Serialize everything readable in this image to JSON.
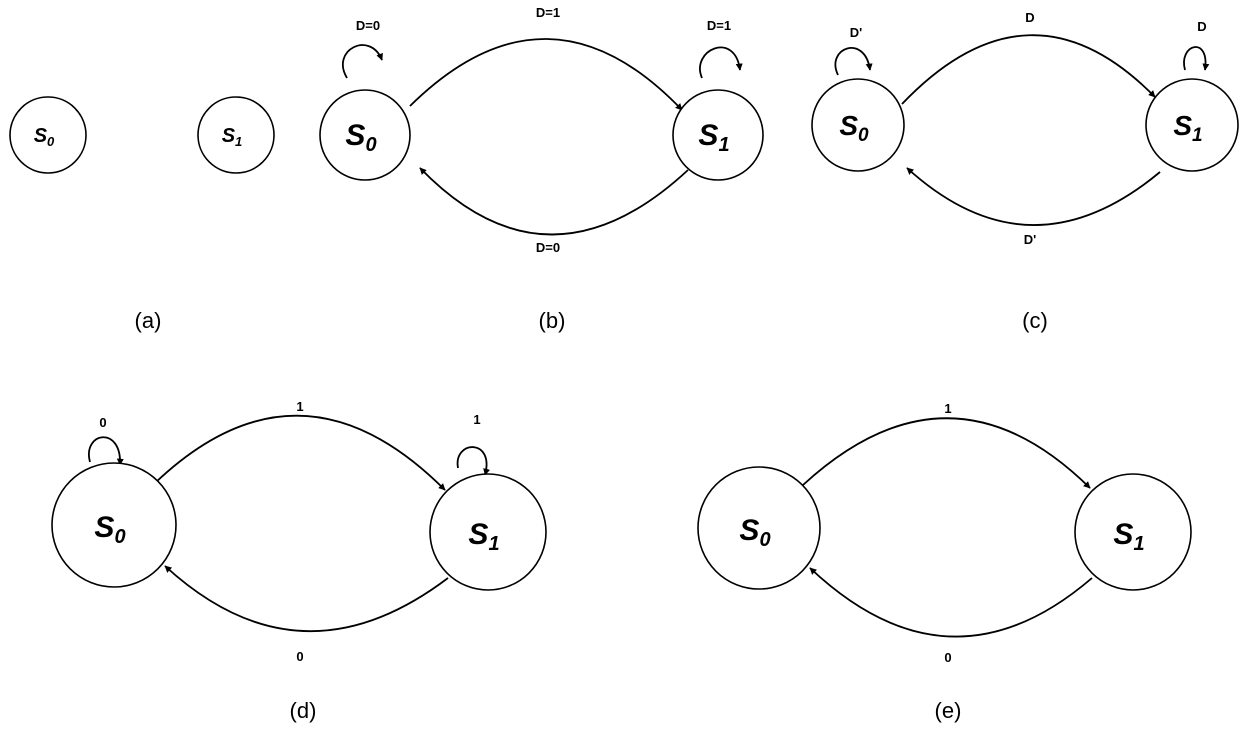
{
  "panels": [
    {
      "id": "a",
      "caption": "(a)",
      "states": [
        {
          "id": "s0",
          "name": "S",
          "sub": "0"
        },
        {
          "id": "s1",
          "name": "S",
          "sub": "1"
        }
      ],
      "transitions": []
    },
    {
      "id": "b",
      "caption": "(b)",
      "states": [
        {
          "id": "s0",
          "name": "S",
          "sub": "0"
        },
        {
          "id": "s1",
          "name": "S",
          "sub": "1"
        }
      ],
      "transitions": [
        {
          "from": "s0",
          "to": "s0",
          "label": "D=0"
        },
        {
          "from": "s0",
          "to": "s1",
          "label": "D=1"
        },
        {
          "from": "s1",
          "to": "s1",
          "label": "D=1"
        },
        {
          "from": "s1",
          "to": "s0",
          "label": "D=0"
        }
      ]
    },
    {
      "id": "c",
      "caption": "(c)",
      "states": [
        {
          "id": "s0",
          "name": "S",
          "sub": "0"
        },
        {
          "id": "s1",
          "name": "S",
          "sub": "1"
        }
      ],
      "transitions": [
        {
          "from": "s0",
          "to": "s0",
          "label": "D'"
        },
        {
          "from": "s0",
          "to": "s1",
          "label": "D"
        },
        {
          "from": "s1",
          "to": "s1",
          "label": "D"
        },
        {
          "from": "s1",
          "to": "s0",
          "label": "D'"
        }
      ]
    },
    {
      "id": "d",
      "caption": "(d)",
      "states": [
        {
          "id": "s0",
          "name": "S",
          "sub": "0"
        },
        {
          "id": "s1",
          "name": "S",
          "sub": "1"
        }
      ],
      "transitions": [
        {
          "from": "s0",
          "to": "s0",
          "label": "0"
        },
        {
          "from": "s0",
          "to": "s1",
          "label": "1"
        },
        {
          "from": "s1",
          "to": "s1",
          "label": "1"
        },
        {
          "from": "s1",
          "to": "s0",
          "label": "0"
        }
      ]
    },
    {
      "id": "e",
      "caption": "(e)",
      "states": [
        {
          "id": "s0",
          "name": "S",
          "sub": "0"
        },
        {
          "id": "s1",
          "name": "S",
          "sub": "1"
        }
      ],
      "transitions": [
        {
          "from": "s0",
          "to": "s1",
          "label": "1"
        },
        {
          "from": "s1",
          "to": "s0",
          "label": "0"
        }
      ]
    }
  ]
}
